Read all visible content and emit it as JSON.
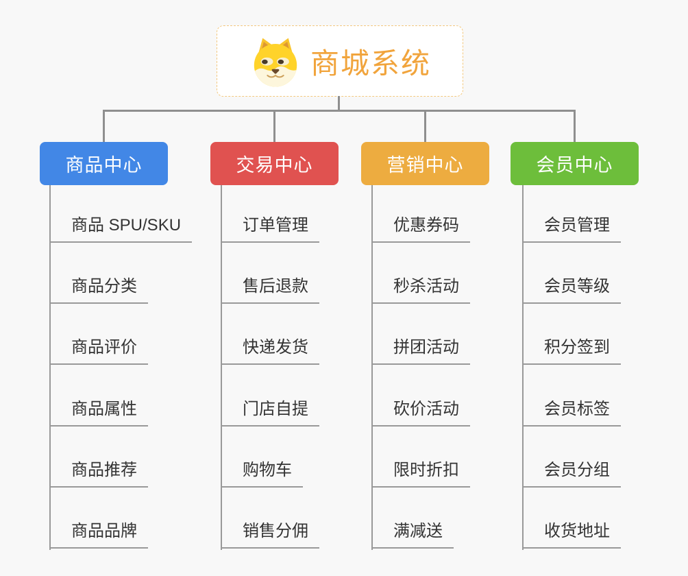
{
  "root": {
    "title": "商城系统",
    "icon": "dog-face-icon"
  },
  "colors": {
    "connector": "#8f8f8f",
    "leaf_line": "#999999",
    "root_text": "#f1a43c",
    "root_border": "#f3c87e",
    "background": "#f8f8f8"
  },
  "branches": [
    {
      "label": "商品中心",
      "color": "#4287e6",
      "items": [
        "商品 SPU/SKU",
        "商品分类",
        "商品评价",
        "商品属性",
        "商品推荐",
        "商品品牌"
      ]
    },
    {
      "label": "交易中心",
      "color": "#e05250",
      "items": [
        "订单管理",
        "售后退款",
        "快递发货",
        "门店自提",
        "购物车",
        "销售分佣"
      ]
    },
    {
      "label": "营销中心",
      "color": "#edac40",
      "items": [
        "优惠券码",
        "秒杀活动",
        "拼团活动",
        "砍价活动",
        "限时折扣",
        "满减送"
      ]
    },
    {
      "label": "会员中心",
      "color": "#6dbe3b",
      "items": [
        "会员管理",
        "会员等级",
        "积分签到",
        "会员标签",
        "会员分组",
        "收货地址"
      ]
    }
  ]
}
